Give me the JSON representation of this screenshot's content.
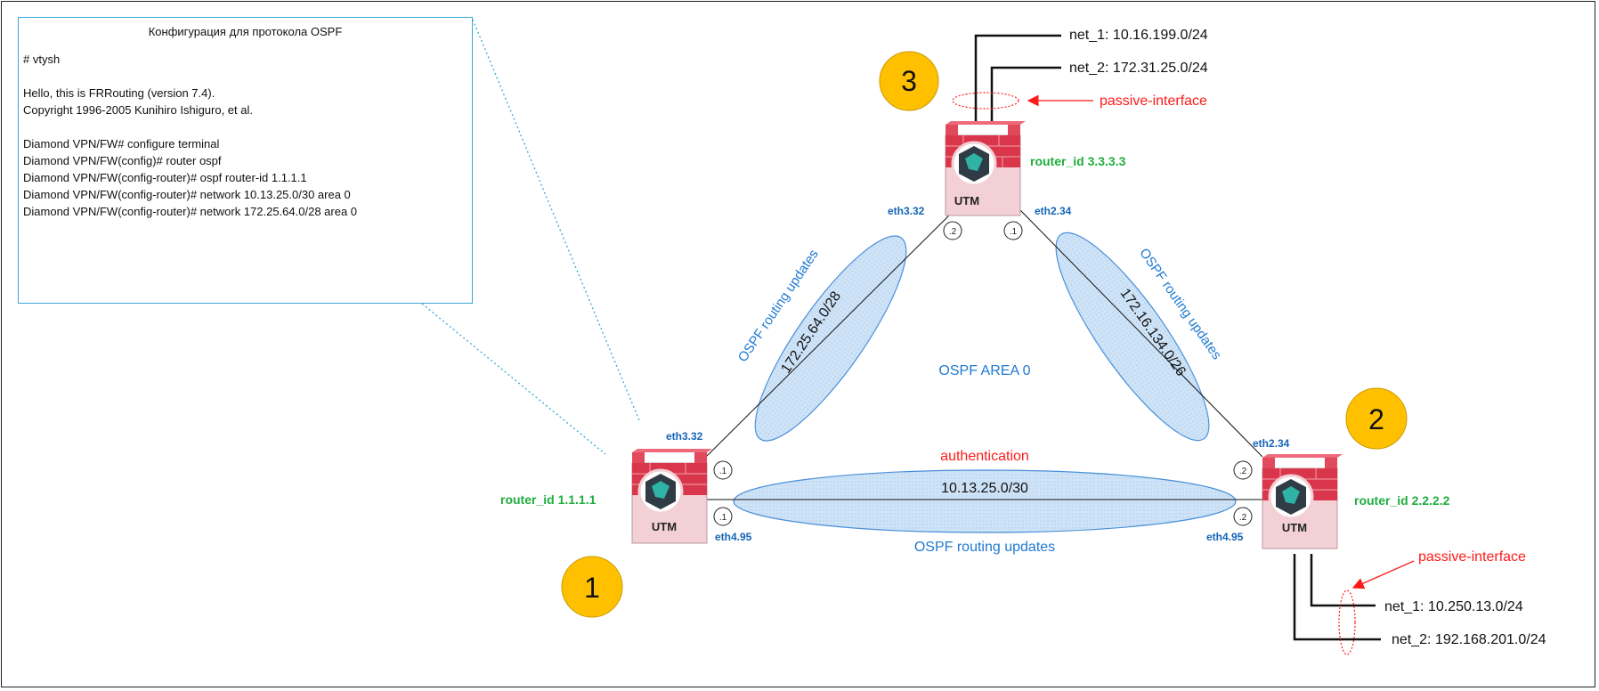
{
  "config_box": {
    "title": "Конфигурация для протокола OSPF",
    "lines": [
      "# vtysh",
      "",
      "Hello, this is FRRouting (version 7.4).",
      "Copyright 1996-2005 Kunihiro Ishiguro, et al.",
      "",
      "Diamond VPN/FW# configure terminal",
      "Diamond VPN/FW(config)# router ospf",
      "Diamond VPN/FW(config-router)# ospf router-id 1.1.1.1",
      "Diamond VPN/FW(config-router)# network 10.13.25.0/30 area 0",
      "Diamond VPN/FW(config-router)# network 172.25.64.0/28 area 0"
    ]
  },
  "routers": [
    {
      "number": "1",
      "router_id": "router_id 1.1.1.1",
      "device_label": "UTM"
    },
    {
      "number": "2",
      "router_id": "router_id 2.2.2.2",
      "device_label": "UTM"
    },
    {
      "number": "3",
      "router_id": "router_id 3.3.3.3",
      "device_label": "UTM"
    }
  ],
  "interfaces": {
    "r1_to_r3": "eth3.32",
    "r1_to_r2": "eth4.95",
    "r2_to_r3": "eth2.34",
    "r2_to_r1": "eth4.95",
    "r3_to_r1": "eth3.32",
    "r3_to_r2": "eth2.34"
  },
  "host_ids": {
    "r1_to_r3": ".1",
    "r1_to_r2": ".1",
    "r2_to_r3": ".2",
    "r2_to_r1": ".2",
    "r3_to_r1": ".2",
    "r3_to_r2": ".1"
  },
  "links": {
    "r1_r3": {
      "subnet": "172.25.64.0/28",
      "updates": "OSPF routing updates"
    },
    "r2_r3": {
      "subnet": "172.16.134.0/26",
      "updates": "OSPF routing updates"
    },
    "r1_r2": {
      "subnet": "10.13.25.0/30",
      "updates": "OSPF routing updates",
      "note": "authentication"
    }
  },
  "area_label": "OSPF AREA 0",
  "r3_networks": {
    "net1": "net_1: 10.16.199.0/24",
    "net2": "net_2: 172.31.25.0/24",
    "passive": "passive-interface"
  },
  "r2_networks": {
    "net1": "net_1: 10.250.13.0/24",
    "net2": "net_2: 192.168.201.0/24",
    "passive": "passive-interface"
  },
  "colors": {
    "ellipse_fill": "#cfe3f7",
    "ellipse_stroke": "#4a90d9",
    "blue_text": "#1f7ad1",
    "label_blue": "#1565b8",
    "router_id_green": "#1fae3e",
    "passive_red": "#ff1a1a",
    "badge_fill": "#ffc000",
    "firewall_brick": "#d9364b",
    "firewall_body": "#f3cfd6"
  }
}
